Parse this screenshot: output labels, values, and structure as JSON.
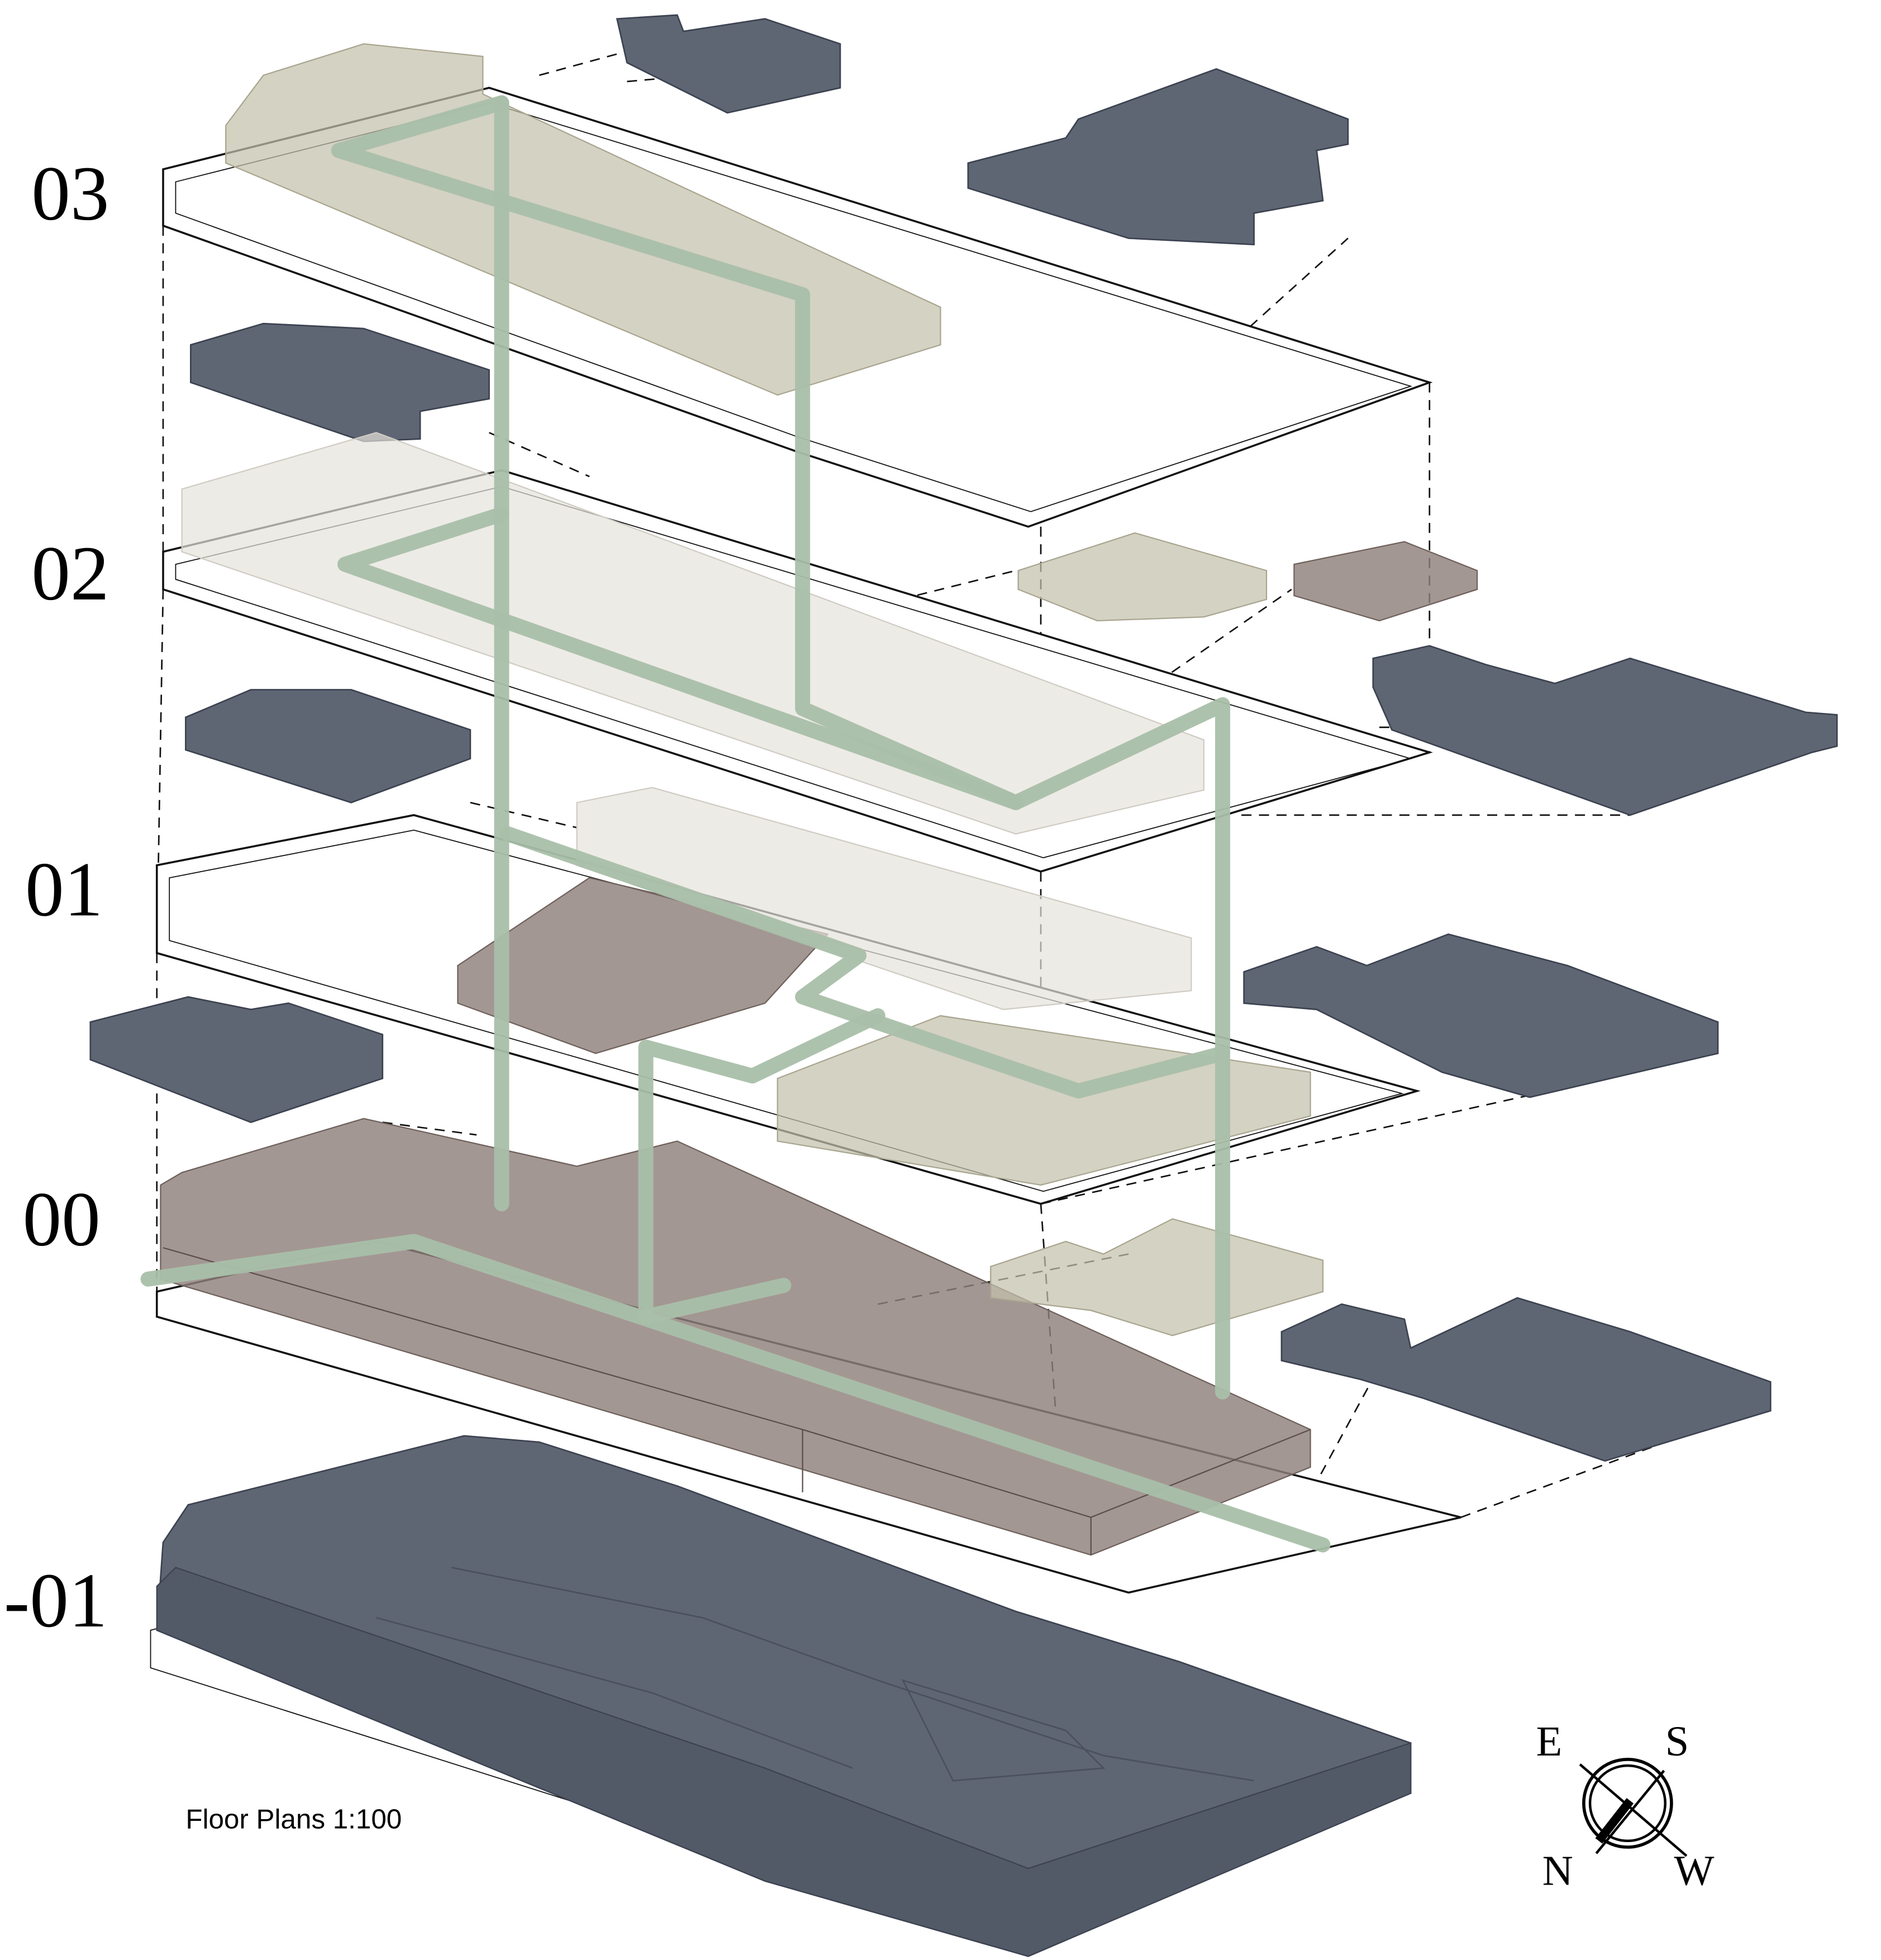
{
  "title": "Floor Plans 1:100",
  "levels": [
    "03",
    "02",
    "01",
    "00",
    "-01"
  ],
  "compass": {
    "east": "E",
    "south": "S",
    "north": "N",
    "west": "W"
  },
  "colors": {
    "context_buildings": "#5f6673",
    "beige_volume": "#c4c0aa",
    "light_volume": "#e6e2dc",
    "mauve_volume": "#8f807b",
    "circulation_route": "#a9bfa9"
  }
}
